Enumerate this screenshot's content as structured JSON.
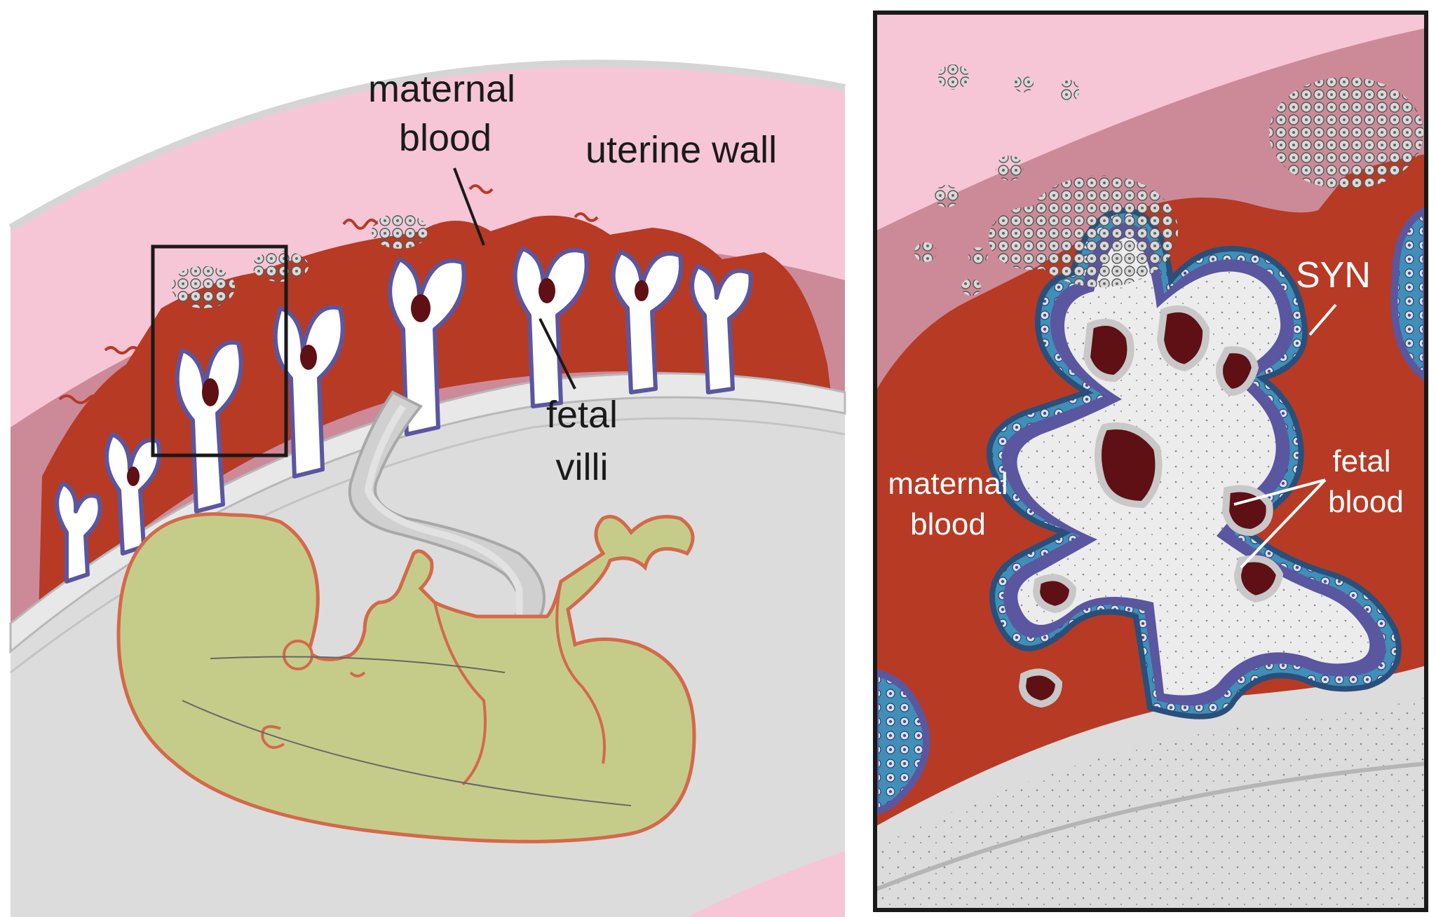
{
  "left_panel": {
    "labels": {
      "maternal_blood_line1": "maternal",
      "maternal_blood_line2": "blood",
      "uterine_wall": "uterine wall",
      "fetal_villi_line1": "fetal",
      "fetal_villi_line2": "villi"
    }
  },
  "right_panel": {
    "labels": {
      "syn": "SYN",
      "maternal_blood_line1": "maternal",
      "maternal_blood_line2": "blood",
      "fetal_blood_line1": "fetal",
      "fetal_blood_line2": "blood"
    }
  },
  "colors": {
    "uterine_wall_outer": "#f6c6d6",
    "uterine_wall_inner": "#cc8a99",
    "maternal_blood": "#b73a25",
    "fetal_blood": "#5e1014",
    "syncytium": "#5a56a0",
    "cytotrophoblast": "#3f8fb8",
    "villus_core": "#ececec",
    "amniotic_cavity": "#dcdcdc",
    "fetus": "#c5cc8a",
    "fetus_outline": "#d4694a"
  }
}
